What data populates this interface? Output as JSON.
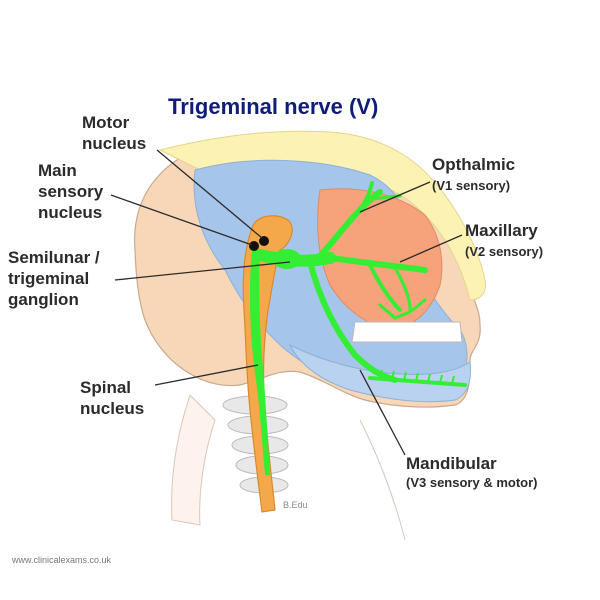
{
  "title": "Trigeminal nerve (V)",
  "labels": {
    "motor": [
      "Motor",
      "nucleus"
    ],
    "main_sensory": [
      "Main",
      "sensory",
      "nucleus"
    ],
    "ganglion": [
      "Semilunar /",
      "trigeminal",
      "ganglion"
    ],
    "spinal": [
      "Spinal",
      "nucleus"
    ],
    "opthalmic": {
      "name": "Opthalmic",
      "sub": "(V1 sensory)"
    },
    "maxillary": {
      "name": "Maxillary",
      "sub": "(V2 sensory)"
    },
    "mandibular": {
      "name": "Mandibular",
      "sub": "(V3 sensory & motor)"
    }
  },
  "footer": "www.clinicalexams.co.uk",
  "credit": "B.Edu",
  "colors": {
    "title": "#101c7a",
    "nerve": "#33ee33",
    "brainstem": "#f5a84a",
    "skull": "#f7d7b8",
    "face_region": "#fbf2b3",
    "deep_region": "#a6c5ea",
    "orbit_region": "#f6a27a"
  }
}
